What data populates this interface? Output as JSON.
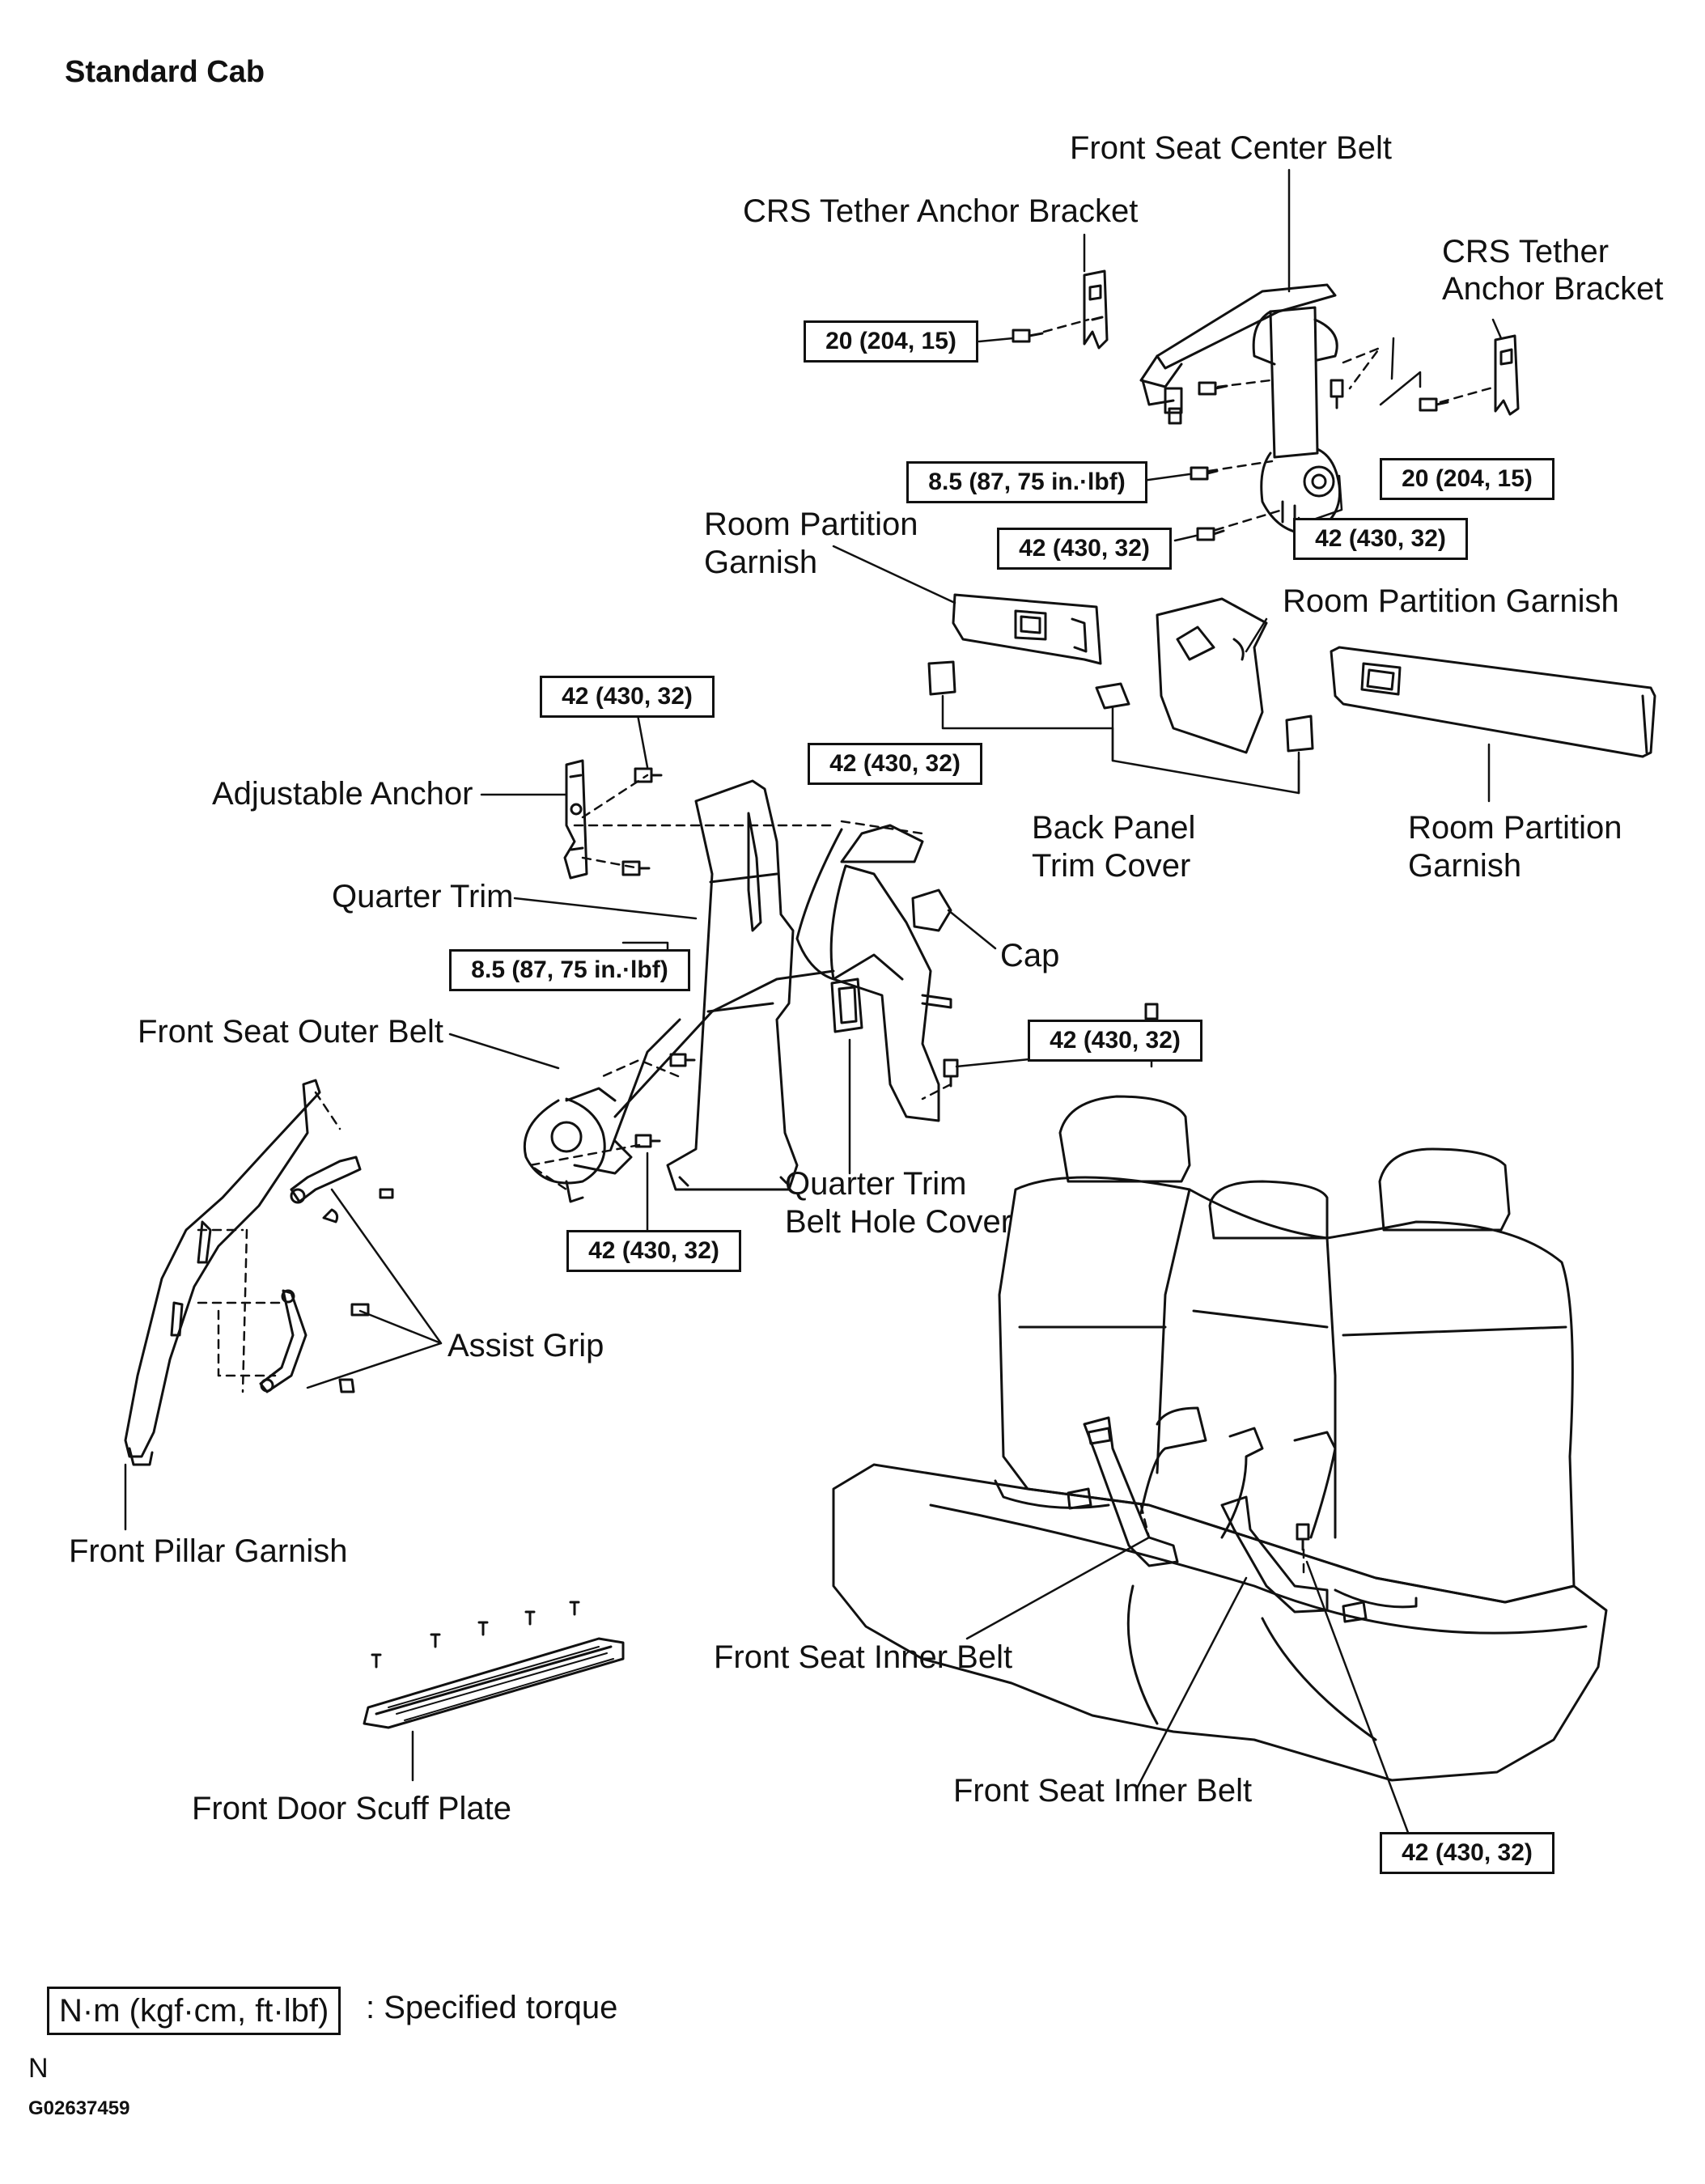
{
  "title": "Standard Cab",
  "labels": {
    "front_seat_center_belt": "Front Seat Center Belt",
    "crs_tether_anchor_bracket_left": "CRS Tether Anchor Bracket",
    "crs_tether_anchor_bracket_right_1": "CRS Tether",
    "crs_tether_anchor_bracket_right_2": "Anchor Bracket",
    "room_partition_garnish_left_1": "Room Partition",
    "room_partition_garnish_left_2": "Garnish",
    "room_partition_garnish_center": "Room Partition Garnish",
    "room_partition_garnish_right_1": "Room Partition",
    "room_partition_garnish_right_2": "Garnish",
    "back_panel_trim_cover_1": "Back Panel",
    "back_panel_trim_cover_2": "Trim Cover",
    "adjustable_anchor": "Adjustable Anchor",
    "quarter_trim": "Quarter Trim",
    "cap": "Cap",
    "front_seat_outer_belt": "Front Seat Outer Belt",
    "quarter_trim_belt_hole_cover_1": "Quarter Trim",
    "quarter_trim_belt_hole_cover_2": "Belt Hole Cover",
    "assist_grip": "Assist Grip",
    "front_pillar_garnish": "Front Pillar Garnish",
    "front_seat_inner_belt_1": "Front Seat Inner Belt",
    "front_seat_inner_belt_2": "Front Seat Inner Belt",
    "front_door_scuff_plate": "Front Door Scuff Plate"
  },
  "torques": {
    "t_crs_left": "20 (204, 15)",
    "t_crs_right": "20 (204, 15)",
    "t_center_85": "8.5 (87, 75 in.·lbf)",
    "t_center_42_left": "42 (430, 32)",
    "t_center_42_right": "42 (430, 32)",
    "t_adj_anchor": "42 (430, 32)",
    "t_quarter_top": "42 (430, 32)",
    "t_outer_85": "8.5 (87, 75 in.·lbf)",
    "t_outer_bottom": "42 (430, 32)",
    "t_shoulder_anchor": "42 (430, 32)",
    "t_inner_belt": "42 (430, 32)"
  },
  "legend": {
    "unit": "N·m (kgf·cm, ft·lbf)",
    "text": ": Specified torque"
  },
  "footer": {
    "letter": "N",
    "code": "G02637459"
  }
}
